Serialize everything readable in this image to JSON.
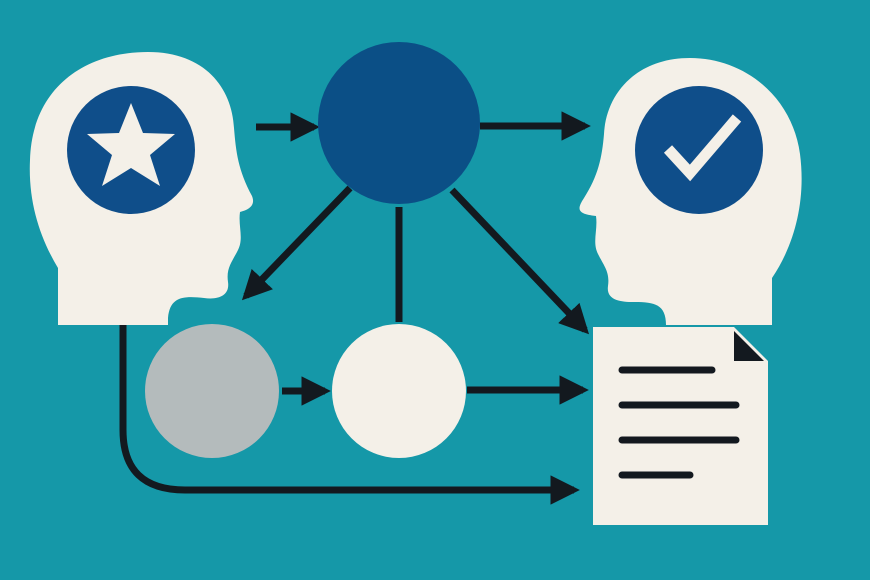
{
  "colors": {
    "background": "#1598a8",
    "head": "#f4f0e8",
    "navy": "#0f4e8a",
    "node_primary": "#0b4f86",
    "node_gray": "#b4bbbc",
    "node_light": "#f4f0e8",
    "arrow": "#13191f",
    "document": "#f4f0e8",
    "doc_lines": "#13191f"
  },
  "icons": {
    "left_head": "star-icon",
    "right_head": "checkmark-icon",
    "document": "document-icon"
  },
  "nodes": [
    {
      "id": "source-head",
      "kind": "head",
      "badge": "star"
    },
    {
      "id": "center-node",
      "kind": "circle",
      "fill": "navy"
    },
    {
      "id": "gray-node",
      "kind": "circle",
      "fill": "gray"
    },
    {
      "id": "light-node",
      "kind": "circle",
      "fill": "light"
    },
    {
      "id": "target-head",
      "kind": "head",
      "badge": "check"
    },
    {
      "id": "output-document",
      "kind": "document",
      "lines": 4
    }
  ],
  "edges": [
    {
      "from": "source-head",
      "to": "center-node"
    },
    {
      "from": "center-node",
      "to": "target-head"
    },
    {
      "from": "center-node",
      "to": "gray-node"
    },
    {
      "from": "center-node",
      "to": "light-node"
    },
    {
      "from": "center-node",
      "to": "output-document"
    },
    {
      "from": "gray-node",
      "to": "light-node"
    },
    {
      "from": "light-node",
      "to": "output-document"
    },
    {
      "from": "source-head",
      "to": "output-document"
    }
  ]
}
